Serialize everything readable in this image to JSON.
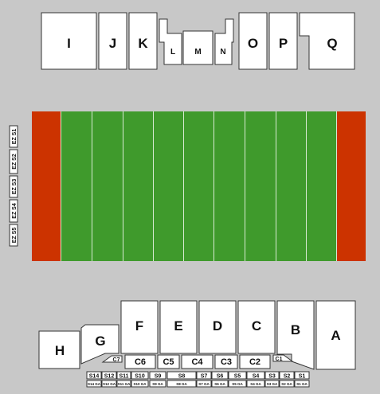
{
  "colors": {
    "background": "#c8c8c8",
    "section_fill": "#ffffff",
    "section_stroke": "#333333",
    "field_green": "#3f9a2c",
    "endzone": "#cc3300",
    "yard_line": "#d7ead2"
  },
  "upper_sections": [
    {
      "id": "I",
      "label": "I"
    },
    {
      "id": "J",
      "label": "J"
    },
    {
      "id": "K",
      "label": "K"
    },
    {
      "id": "L",
      "label": "L"
    },
    {
      "id": "M",
      "label": "M"
    },
    {
      "id": "N",
      "label": "N"
    },
    {
      "id": "O",
      "label": "O"
    },
    {
      "id": "P",
      "label": "P"
    },
    {
      "id": "Q",
      "label": "Q"
    }
  ],
  "endzone_sections": [
    "EZ S1",
    "EZ S2",
    "EZ S3",
    "EZ S4",
    "EZ S5"
  ],
  "lower_sections": [
    {
      "id": "A",
      "label": "A"
    },
    {
      "id": "B",
      "label": "B"
    },
    {
      "id": "C",
      "label": "C"
    },
    {
      "id": "D",
      "label": "D"
    },
    {
      "id": "E",
      "label": "E"
    },
    {
      "id": "F",
      "label": "F"
    },
    {
      "id": "G",
      "label": "G"
    },
    {
      "id": "H",
      "label": "H"
    }
  ],
  "club_sections": [
    "C7",
    "C6",
    "C5",
    "C4",
    "C3",
    "C2",
    "C1"
  ],
  "bleacher_sections": [
    "S14",
    "S12",
    "S11",
    "S10",
    "S9",
    "S8",
    "S7",
    "S6",
    "S5",
    "S4",
    "S3",
    "S2",
    "S1"
  ],
  "ga_sections": [
    "S14 GA",
    "S12 GA",
    "S11 GA",
    "S10 GA",
    "S9 GA",
    "S8 GA",
    "S7 GA",
    "S6 GA",
    "S5 GA",
    "S4 GA",
    "S3 GA",
    "S2 GA",
    "S1 GA"
  ]
}
